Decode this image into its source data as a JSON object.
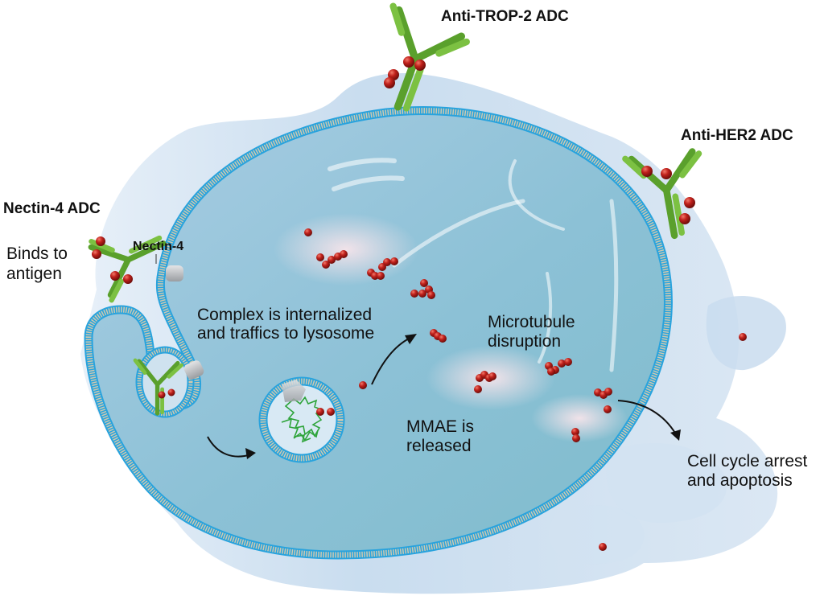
{
  "labels": {
    "nectin_adc": "Nectin-4 ADC",
    "binds_line1": "Binds to",
    "binds_line2": "antigen",
    "nectin_receptor": "Nectin-4",
    "anti_trop2": "Anti-TROP-2 ADC",
    "anti_her2": "Anti-HER2 ADC",
    "internalized_line1": "Complex is internalized",
    "internalized_line2": "and traffics to lysosome",
    "microtubule_line1": "Microtubule",
    "microtubule_line2": "disruption",
    "mmae_line1": "MMAE is",
    "mmae_line2": "released",
    "apoptosis_line1": "Cell cycle arrest",
    "apoptosis_line2": "and apoptosis"
  },
  "colors": {
    "antibody": "#7cc142",
    "antibody_dark": "#5aa02c",
    "payload": "#c0211c",
    "membrane_head": "#29a3dd",
    "membrane_tail": "#c8c2a8",
    "cytoplasm": "#8fc3d8",
    "extracellular": "#c9dcef",
    "receptor": "#b9bcbf",
    "lysosome_content": "#2ea43a",
    "arrow": "#111111"
  },
  "legend_semantics": {
    "red_spheres": "MMAE payload",
    "green_y": "antibody",
    "gray_block": "Nectin-4 receptor"
  }
}
